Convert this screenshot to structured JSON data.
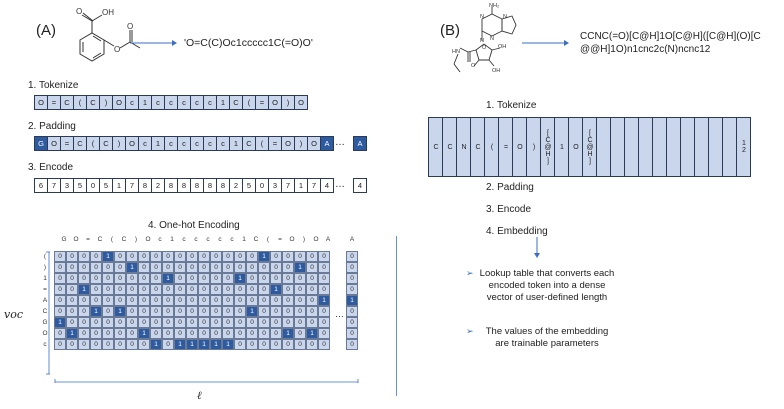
{
  "panel_a": {
    "label": "(A)",
    "smiles": "'O=C(C)Oc1ccccc1C(=O)O'",
    "steps": [
      "1. Tokenize",
      "2. Padding",
      "3. Encode",
      "4. One-hot Encoding"
    ],
    "tokens": [
      "O",
      "=",
      "C",
      "(",
      "C",
      ")",
      "O",
      "c",
      "1",
      "c",
      "c",
      "c",
      "c",
      "c",
      "1",
      "C",
      "(",
      "=",
      "O",
      ")",
      "O"
    ],
    "padding_row": {
      "first": "G",
      "tokens": [
        "O",
        "=",
        "C",
        "(",
        "C",
        ")",
        "O",
        "c",
        "1",
        "c",
        "c",
        "c",
        "c",
        "c",
        "1",
        "C",
        "(",
        "=",
        "O",
        ")",
        "O"
      ],
      "after": "A",
      "dots": "…",
      "last": "A"
    },
    "encode_row": {
      "values": [
        "6",
        "7",
        "3",
        "5",
        "0",
        "5",
        "1",
        "7",
        "8",
        "2",
        "8",
        "8",
        "8",
        "8",
        "8",
        "2",
        "5",
        "0",
        "3",
        "7",
        "1",
        "7",
        "4"
      ],
      "dots": "…",
      "last": "4"
    },
    "onehot": {
      "column_labels": [
        "G",
        "O",
        "=",
        "C",
        "(",
        "C",
        ")",
        "O",
        "c",
        "1",
        "c",
        "c",
        "c",
        "c",
        "c",
        "1",
        "C",
        "(",
        "=",
        "O",
        ")",
        "O",
        "A"
      ],
      "last_column_label": "A",
      "row_labels": [
        "(",
        ")",
        "1",
        "=",
        "A",
        "C",
        "G",
        "O",
        "c"
      ],
      "vocab_label": "voc",
      "length_label": "ℓ",
      "dots": "…"
    }
  },
  "panel_b": {
    "label": "(B)",
    "smiles": "CCNC(=O)[C@H]1O[C@H]([C@H](O)[C@@H]1O)n1cnc2c(N)ncnc12",
    "steps": [
      "1. Tokenize",
      "2. Padding",
      "3. Encode",
      "4. Embedding"
    ],
    "tokens": [
      "C",
      "C",
      "N",
      "C",
      "(",
      "=",
      "O",
      ")",
      "[C@H]",
      "1",
      "O",
      "[C@H]",
      "",
      "",
      "",
      "",
      "",
      "",
      "",
      "",
      "",
      "",
      "12"
    ],
    "bullets": [
      "Lookup table that converts each encoded token into a dense vector of user-defined length",
      "The values of the embedding are trainable parameters"
    ]
  },
  "molecule_a_labels": {
    "oh": "OH",
    "o1": "O",
    "o2": "O",
    "o3": "O"
  },
  "molecule_b_labels": {
    "nh2": "NH₂",
    "n1": "N",
    "n2": "N",
    "n3": "N",
    "n4": "N",
    "o1": "O",
    "o2": "O",
    "oh1": "OH",
    "oh2": "OH",
    "hn": "HN"
  },
  "colors": {
    "light": "#c9d6ec",
    "dark": "#2e5aa0",
    "line": "#3a6fc4"
  }
}
